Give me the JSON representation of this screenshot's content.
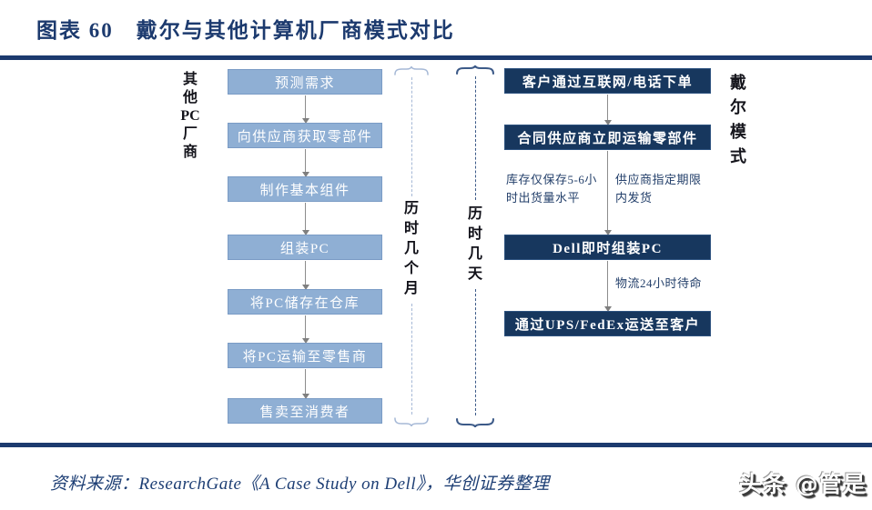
{
  "title": "图表 60　戴尔与其他计算机厂商模式对比",
  "left_flow": {
    "label": "其他PC厂商",
    "steps": [
      "预测需求",
      "向供应商获取零部件",
      "制作基本组件",
      "组装PC",
      "将PC储存在仓库",
      "将PC运输至零售商",
      "售卖至消费者"
    ]
  },
  "durations": {
    "other": "历时几个月",
    "dell": "历时几天"
  },
  "right_flow": {
    "label": "戴尔模式",
    "steps": [
      "客户通过互联网/电话下单",
      "合同供应商立即运输零部件",
      "Dell即时组装PC",
      "通过UPS/FedEx运送至客户"
    ],
    "annotations": {
      "inventory": "库存仅保存5-6小时出货量水平",
      "supplier": "供应商指定期限内发货",
      "logistics": "物流24小时待命"
    }
  },
  "footer": {
    "source": "资料来源：ResearchGate《A Case Study on Dell》，华创证券整理",
    "watermark": "头条 @管是"
  },
  "colors": {
    "navy": "#1c3a6e",
    "light_box_fill": "#8fafd4",
    "light_box_border": "#7a9bc5",
    "dark_box_fill": "#17375e",
    "dark_box_border": "#2d527f",
    "arrow_gray": "#8c8c8c",
    "bracket_light": "#a5b8d6",
    "bracket_dark": "#3c5a88",
    "text_white": "#ffffff"
  }
}
